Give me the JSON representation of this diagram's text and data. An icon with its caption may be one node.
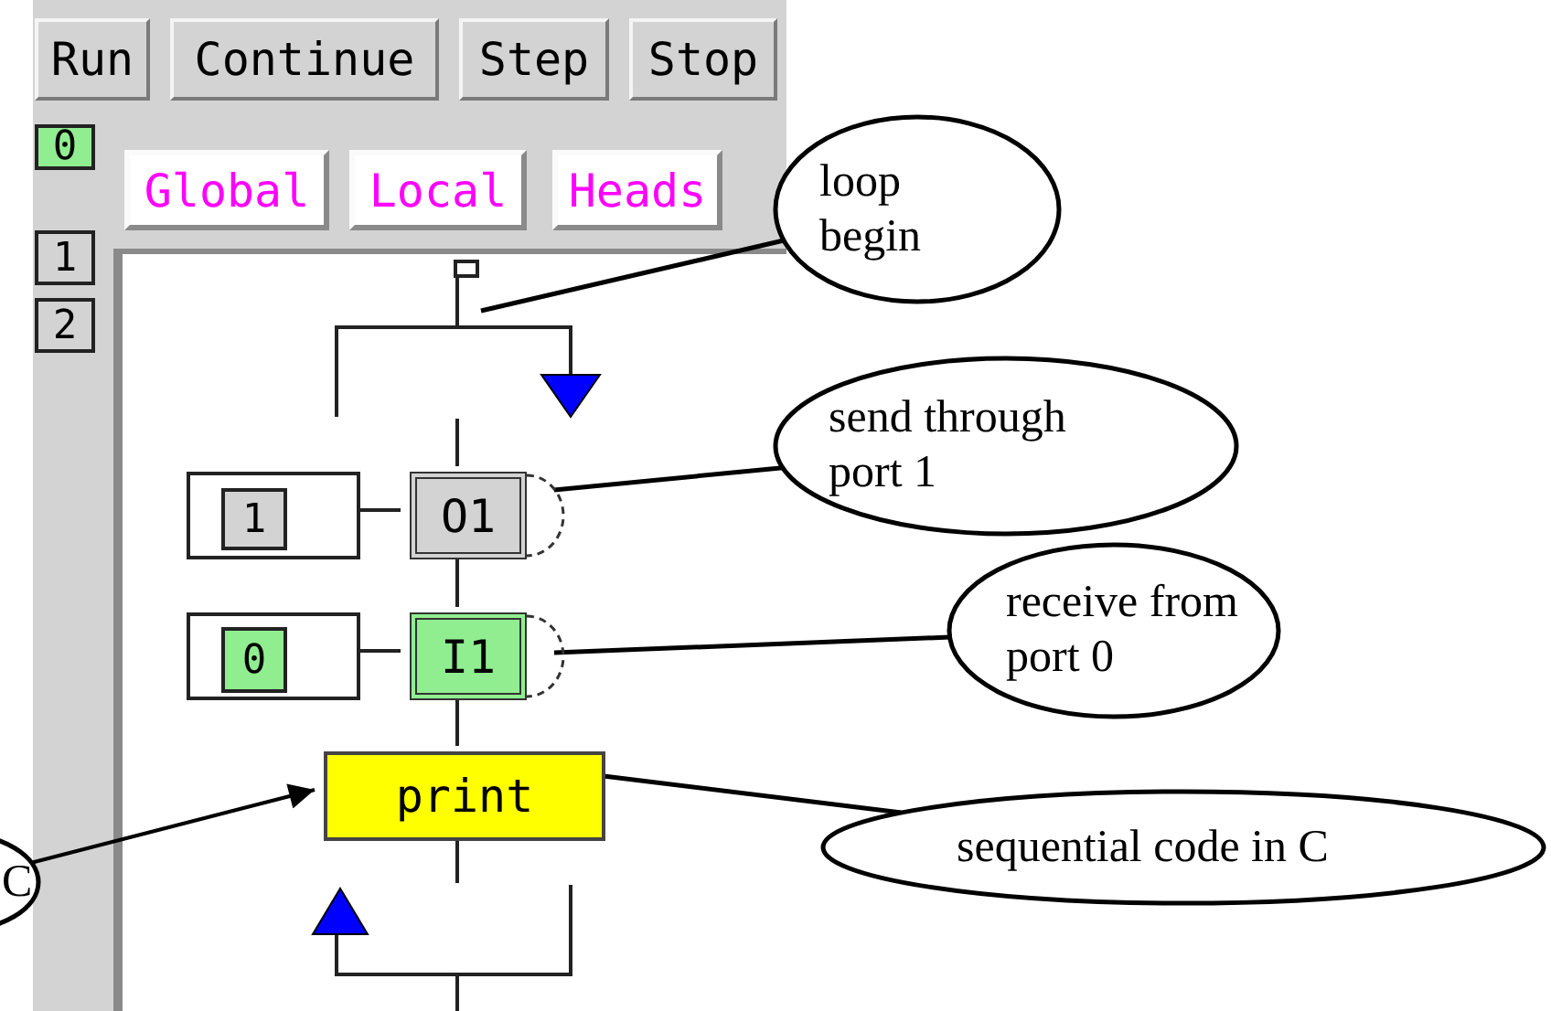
{
  "diagram": {
    "nodes": [
      {
        "text": [
          "Run"
        ]
      },
      {
        "text": [
          "Continue"
        ]
      },
      {
        "text": [
          "Step"
        ]
      },
      {
        "text": [
          "Stop"
        ]
      },
      {
        "text": [
          "0"
        ]
      },
      {
        "text": [
          "1"
        ]
      },
      {
        "text": [
          "2"
        ]
      },
      {
        "text": [
          "Global"
        ]
      },
      {
        "text": [
          "Local"
        ]
      },
      {
        "text": [
          "Heads"
        ]
      },
      {
        "text": [],
        "shape": "box"
      },
      {
        "text": [],
        "shape": "box",
        "in": 10
      },
      {
        "text": [],
        "shape": "box",
        "in": 10
      },
      {
        "text": [
          "1"
        ],
        "in": 12
      },
      {
        "text": [
          "O1"
        ],
        "in": 10
      },
      {
        "text": [],
        "shape": "box",
        "in": 10
      },
      {
        "text": [
          "0"
        ],
        "in": 15
      },
      {
        "text": [
          "I1"
        ],
        "in": 10
      },
      {
        "text": [
          "print"
        ],
        "in": 10
      },
      {
        "text": [
          "loop begin"
        ]
      },
      {
        "text": [
          "send through port 1"
        ]
      },
      {
        "text": [
          "receive from port 0"
        ]
      },
      {
        "text": [
          "sequential code in C"
        ]
      },
      {
        "text": [
          "C"
        ]
      }
    ],
    "edges": [
      {
        "from": 12,
        "to": 14,
        "arrow": "none"
      },
      {
        "from": 15,
        "to": 17,
        "arrow": "none"
      },
      {
        "from": 14,
        "to": 17,
        "arrow": "none"
      },
      {
        "from": 17,
        "to": 18,
        "arrow": "none"
      },
      {
        "from": 19,
        "to": null,
        "arrow": "none"
      },
      {
        "from": 20,
        "to": 14,
        "arrow": "none"
      },
      {
        "from": 21,
        "to": 17,
        "arrow": "none"
      },
      {
        "from": 22,
        "to": 18,
        "arrow": "none"
      },
      {
        "from": 23,
        "to": 18,
        "arrow": "to"
      }
    ]
  }
}
